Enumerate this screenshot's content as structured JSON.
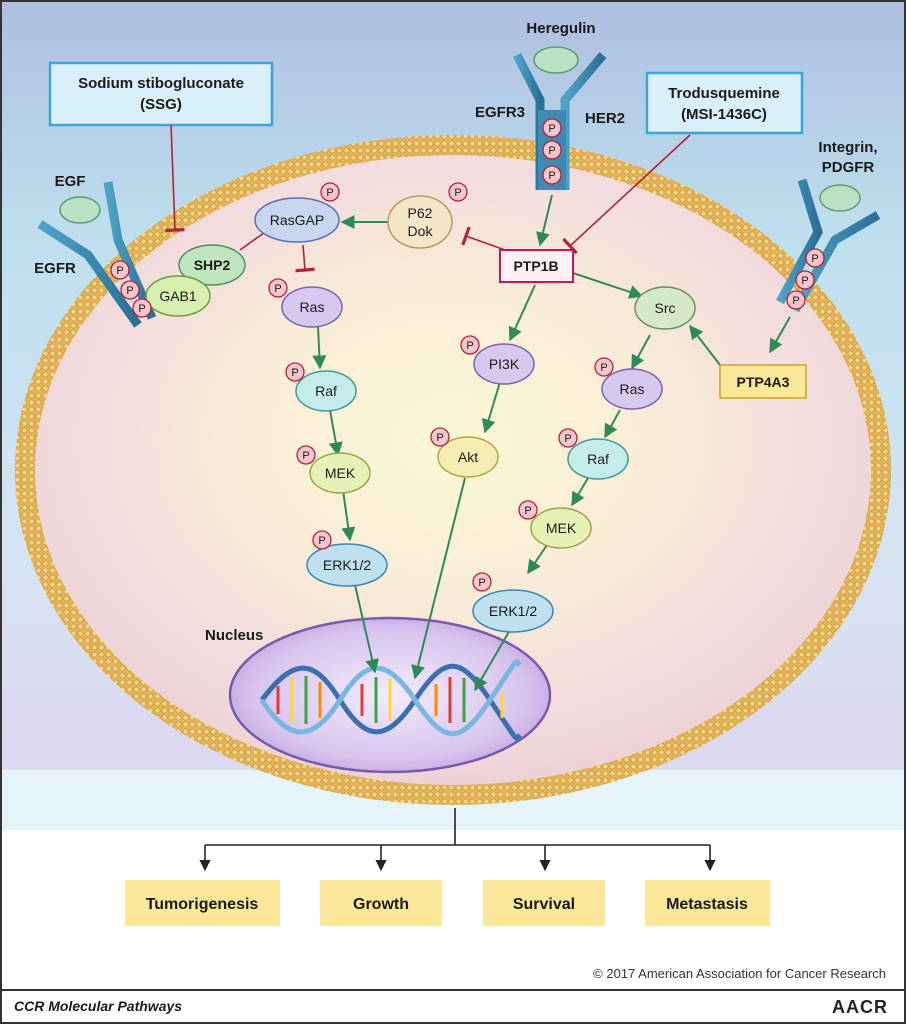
{
  "colors": {
    "arrow_green": "#2e8b57",
    "inhibit_red": "#b0233a",
    "membrane": "#d9a34a",
    "drug_box_border": "#3aa6d8",
    "drug_box_fill": "#d9f0fb",
    "ptp1b_border": "#c2185b",
    "outcome_fill": "#fbe79a",
    "frame": "#333333"
  },
  "drugs": {
    "ssg_line1": "Sodium stibogluconate",
    "ssg_line2": "(SSG)",
    "msi_line1": "Trodusquemine",
    "msi_line2": "(MSI-1436C)"
  },
  "ligands": {
    "heregulin": "Heregulin",
    "egf": "EGF",
    "integrin_line1": "Integrin,",
    "integrin_line2": "PDGFR"
  },
  "receptors": {
    "egfr3": "EGFR3",
    "her2": "HER2",
    "egfr": "EGFR"
  },
  "proteins": {
    "shp2": "SHP2",
    "gab1": "GAB1",
    "rasgap": "RasGAP",
    "p62_line1": "P62",
    "p62_line2": "Dok",
    "ptp1b": "PTP1B",
    "src": "Src",
    "ptp4a3": "PTP4A3",
    "ras": "Ras",
    "raf": "Raf",
    "mek": "MEK",
    "erk": "ERK1/2",
    "pi3k": "PI3K",
    "akt": "Akt",
    "phospho": "P"
  },
  "nucleus_label": "Nucleus",
  "outcomes": [
    "Tumorigenesis",
    "Growth",
    "Survival",
    "Metastasis"
  ],
  "copyright": "© 2017 American Association for Cancer Research",
  "footer": {
    "journal": "CCR Molecular Pathways",
    "logo": "AACR"
  }
}
